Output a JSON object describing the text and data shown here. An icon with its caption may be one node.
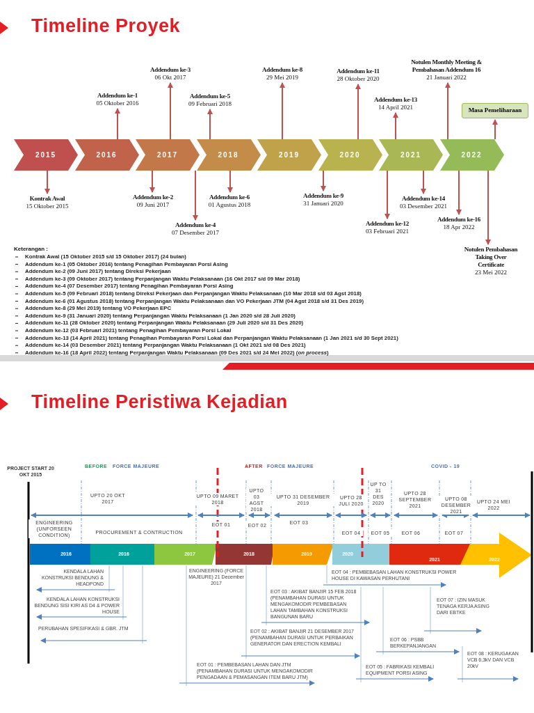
{
  "diagram": {
    "title": "Timeline Proyek",
    "nodes": [
      {
        "text": [
          "2015"
        ]
      },
      {
        "text": [
          "2016"
        ]
      },
      {
        "text": [
          "2017"
        ]
      },
      {
        "text": [
          "2018"
        ]
      },
      {
        "text": [
          "2019"
        ]
      },
      {
        "text": [
          "2020"
        ]
      },
      {
        "text": [
          "2021"
        ]
      },
      {
        "text": [
          "2022"
        ]
      },
      {
        "text": [
          "Kontrak Awal",
          "15 Oktober 2015"
        ]
      },
      {
        "text": [
          "Addendum ke-1",
          "05 Oktober 2016"
        ]
      },
      {
        "text": [
          "Addendum ke-3",
          "06 Okt 2017"
        ]
      },
      {
        "text": [
          "Addendum ke-2",
          "09 Juni 2017"
        ]
      },
      {
        "text": [
          "Addendum ke-4",
          "07 Desember 2017"
        ]
      },
      {
        "text": [
          "Addendum ke-5",
          "09 Februari 2018"
        ]
      },
      {
        "text": [
          "Addendum ke-6",
          "01 Agustus 2018"
        ]
      },
      {
        "text": [
          "Addendum ke-8",
          "29 Mei 2019"
        ]
      },
      {
        "text": [
          "Addendum ke-9",
          "31 Januari 2020"
        ]
      },
      {
        "text": [
          "Addendum ke-11",
          "28 Oktober 2020"
        ]
      },
      {
        "text": [
          "Addendum ke-13",
          "14 April 2021"
        ]
      },
      {
        "text": [
          "Addendum ke-12",
          "03 Februari 2021"
        ]
      },
      {
        "text": [
          "Addendum ke-14",
          "03 Desember 2021"
        ]
      },
      {
        "text": [
          "Notulen Monthly Meeting & Pembahasan Addendum 16",
          "21 Januari 2022"
        ]
      },
      {
        "text": [
          "Addendum ke-16",
          "18 Apr 2022"
        ]
      },
      {
        "text": [
          "Masa Pemeliharaan"
        ]
      },
      {
        "text": [
          "Notulen Pembahasan Taking Over Certificate",
          "23 Mei 2022"
        ]
      }
    ],
    "edges": [
      {
        "from": 0,
        "to": 8,
        "arrow": "to"
      },
      {
        "from": 1,
        "to": 9,
        "arrow": "to"
      },
      {
        "from": 2,
        "to": 10,
        "arrow": "to"
      },
      {
        "from": 2,
        "to": 11,
        "arrow": "to"
      },
      {
        "from": 2,
        "to": 12,
        "arrow": "to"
      },
      {
        "from": 3,
        "to": 13,
        "arrow": "to"
      },
      {
        "from": 3,
        "to": 14,
        "arrow": "to"
      },
      {
        "from": 4,
        "to": 15,
        "arrow": "to"
      },
      {
        "from": 5,
        "to": 16,
        "arrow": "to"
      },
      {
        "from": 5,
        "to": 17,
        "arrow": "to"
      },
      {
        "from": 6,
        "to": 18,
        "arrow": "to"
      },
      {
        "from": 6,
        "to": 19,
        "arrow": "to"
      },
      {
        "from": 6,
        "to": 20,
        "arrow": "to"
      },
      {
        "from": 7,
        "to": 21,
        "arrow": "to"
      },
      {
        "from": 7,
        "to": 22,
        "arrow": "to"
      },
      {
        "from": 7,
        "to": 23,
        "arrow": "to"
      },
      {
        "from": 7,
        "to": 24,
        "arrow": "to"
      }
    ],
    "labels": [
      "Keterangan :",
      "Kontrak Awal (15 Oktober 2015 s/d 15 Oktober 2017) (24 bulan)",
      "Addendum ke-1 (05 Oktober 2016) tentang Penagihan Pembayaran Porsi Asing",
      "Addendum ke-2 (09 Juni 2017) tentang Direksi Pekerjaan",
      "Addendum ke-3 (09 Oktober 2017) tentang Perpanjangan Waktu Pelaksanaan (16 Okt 2017 s/d 09 Mar 2018)",
      "Addendum ke-4 (07 Desember 2017) tentang Penagihan Pembayaran Porsi Asing",
      "Addendum ke-5 (09 Februari 2018) tentang Direksi Pekerjaan dan Perpanjangan Waktu Pelaksanaan (10 Mar 2018 s/d 03 Agst 2018)",
      "Addendum ke-6 (01 Agustus 2018) tentang Perpanjangan Waktu Pelaksanaan dan VO Pekerjaan JTM (04 Agst 2018 s/d 31 Des 2019)",
      "Addendum ke-8 (29 Mei 2019) tentang VO Pekerjaan EPC",
      "Addendum ke-9 (31 Januari 2020) tentang **Perpanjangan Waktu Pelaksanaan (1 Jan 2020 s/d 28 Juli 2020)**",
      "Addendum ke-11 (28 Oktober 2020) tentang **Perpanjangan Waktu Pelaksanaan (29 Juli 2020 s/d 31 Des 2020)**",
      "Addendum ke-12 (03 Februari 2021) tentang Penagihan Pembayaran Porsi Lokal",
      "Addendum ke-13 (14 April 2021) tentang Penagihan Pembayaran Porsi Lokal dan Perpanjangan Waktu Pelaksanaan (1 Jan 2021 s/d 30 Sept 2021)",
      "Addendum ke-14 (03 Desember 2021) tentang Perpanjangan Waktu Pelaksanaan (1 Okt 2021 s/d 08 Des 2021)",
      "Addendum ke-16 (18 April 2022) tentang Perpanjangan Waktu Pelaksanaan (09 Des 2021 s/d 24 Mei 2022) (*on process*)",
      "Timeline Peristiwa Kejadian",
      "PROJECT START 20 OKT 2015",
      "BEFORE",
      "FORCE MAJEURE",
      "AFTER",
      "FORCE MAJEURE",
      "COVID - 19",
      "UPTO 20 OKT 2017",
      "UPTO 09 MARET 2018",
      "UPTO 03 AGST 2018",
      "UPTO 31 DESEMBER 2019",
      "UPTO 28 JULI 2020",
      "UP TO 31 DES 2020",
      "UPTO 28 SEPTEMBER 2021",
      "UPTO 08 DESEMBER 2021",
      "UPTO 24 MEI 2022",
      "ENGINEERING (UNFORSEEN CONDITION)",
      "PROCUREMENT & CONTRUCTION",
      "EOT 01",
      "EOT 02",
      "EOT 03",
      "EOT 04",
      "EOT 05",
      "EOT 06",
      "EOT 07",
      "2016",
      "2016",
      "2017",
      "2018",
      "2019",
      "2020",
      "2021",
      "2022",
      "KENDALA LAHAN KONSTRUKSI BENDUNG & HEADPOND",
      "KENDALA LAHAN KONSTRUKSI BENDUNG SISI KIRI AS D4 & POWER HOUSE",
      "PERUBAHAN SPESIFIKASI & GBR. JTM",
      "ENGINEERING (FORCE MAJEURE) 21 December 2017",
      "EOT 04 : PEMBEBASAN LAHAN KONSTRUKSI POWER HOUSE DI KAWASAN PERHUTANI",
      "EOT 03 : AKIBAT BANJIR 15 FEB 2018 (PENAMBAHAN DURASI UNTUK MENGAKOMODIR PEMBEBASAN LAHAN TAMBAHAN KONSTRUKSI BANGUNAN BARU",
      "EOT 07 : IZIN MASUK TENAGA KERJA ASING DARI EBTKE",
      "EOT 02 : AKIBAT BANJIR 21 DESEMBER 2017 (PENAMBAHAN DURASI UNTUK PERBAIKAN GENERATOR DAN ERECTION KEMBALI",
      "EOT 06 : PSBB BERKEPANJANGAN",
      "EOT 01 : PEMBEBASAN LAHAN DAN JTM (PENAMBAHAN DURASI UNTUK MENGAKOMODIR PENGADAAN & PEMASANGAN ITEM BARU JTM)",
      "EOT 05 : FABRIKASI KEMBALI EQUIPMENT PORSI ASING",
      "EOT 08 : KERUGAKAN VCB 6,3kV DAN VCB 20kV"
    ]
  }
}
